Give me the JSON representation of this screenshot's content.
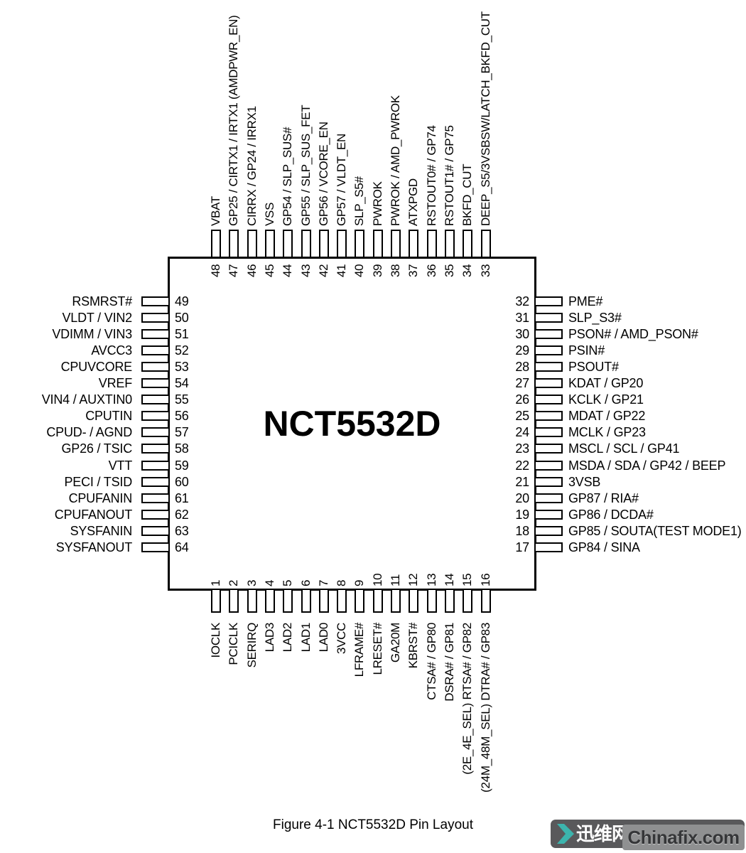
{
  "figure": {
    "chip_name": "NCT5532D",
    "caption": "Figure 4-1 NCT5532D Pin Layout"
  },
  "colors": {
    "line": "#000000",
    "background": "#ffffff",
    "watermark_badge": "#59595b",
    "watermark_panel": "#8f9091",
    "watermark_teal": "#3cb4ad",
    "watermark_site_text": "#353638"
  },
  "pins": {
    "top": [
      {
        "num": "48",
        "label": "VBAT"
      },
      {
        "num": "47",
        "label": "GP25 / CIRTX1 / IRTX1 (AMDPWR_EN)"
      },
      {
        "num": "46",
        "label": "CIRRX / GP24 / IRRX1"
      },
      {
        "num": "45",
        "label": "VSS"
      },
      {
        "num": "44",
        "label": "GP54 / SLP_SUS#"
      },
      {
        "num": "43",
        "label": "GP55 / SLP_SUS_FET"
      },
      {
        "num": "42",
        "label": "GP56 / VCORE_EN"
      },
      {
        "num": "41",
        "label": "GP57 / VLDT_EN"
      },
      {
        "num": "40",
        "label": "SLP_S5#"
      },
      {
        "num": "39",
        "label": "PWROK"
      },
      {
        "num": "38",
        "label": "PWROK / AMD_PWROK"
      },
      {
        "num": "37",
        "label": "ATXPGD"
      },
      {
        "num": "36",
        "label": "RSTOUT0# / GP74"
      },
      {
        "num": "35",
        "label": "RSTOUT1# / GP75"
      },
      {
        "num": "34",
        "label": "BKFD_CUT"
      },
      {
        "num": "33",
        "label": "DEEP_S5/3VSBSW/LATCH_BKFD_CUT"
      }
    ],
    "left": [
      {
        "num": "49",
        "label": "RSMRST#"
      },
      {
        "num": "50",
        "label": "VLDT / VIN2"
      },
      {
        "num": "51",
        "label": "VDIMM / VIN3"
      },
      {
        "num": "52",
        "label": "AVCC3"
      },
      {
        "num": "53",
        "label": "CPUVCORE"
      },
      {
        "num": "54",
        "label": "VREF"
      },
      {
        "num": "55",
        "label": "VIN4 / AUXTIN0"
      },
      {
        "num": "56",
        "label": "CPUTIN"
      },
      {
        "num": "57",
        "label": "CPUD- / AGND"
      },
      {
        "num": "58",
        "label": "GP26 / TSIC"
      },
      {
        "num": "59",
        "label": "VTT"
      },
      {
        "num": "60",
        "label": "PECI / TSID"
      },
      {
        "num": "61",
        "label": "CPUFANIN"
      },
      {
        "num": "62",
        "label": "CPUFANOUT"
      },
      {
        "num": "63",
        "label": "SYSFANIN"
      },
      {
        "num": "64",
        "label": "SYSFANOUT"
      }
    ],
    "right": [
      {
        "num": "32",
        "label": "PME#"
      },
      {
        "num": "31",
        "label": "SLP_S3#"
      },
      {
        "num": "30",
        "label": "PSON# / AMD_PSON#"
      },
      {
        "num": "29",
        "label": "PSIN#"
      },
      {
        "num": "28",
        "label": "PSOUT#"
      },
      {
        "num": "27",
        "label": "KDAT / GP20"
      },
      {
        "num": "26",
        "label": "KCLK / GP21"
      },
      {
        "num": "25",
        "label": "MDAT / GP22"
      },
      {
        "num": "24",
        "label": "MCLK / GP23"
      },
      {
        "num": "23",
        "label": "MSCL / SCL / GP41"
      },
      {
        "num": "22",
        "label": "MSDA / SDA / GP42 / BEEP"
      },
      {
        "num": "21",
        "label": "3VSB"
      },
      {
        "num": "20",
        "label": "GP87 / RIA#"
      },
      {
        "num": "19",
        "label": "GP86 / DCDA#"
      },
      {
        "num": "18",
        "label": "GP85 / SOUTA(TEST MODE1)"
      },
      {
        "num": "17",
        "label": "GP84 / SINA"
      }
    ],
    "bottom": [
      {
        "num": "1",
        "label": "IOCLK"
      },
      {
        "num": "2",
        "label": "PCICLK"
      },
      {
        "num": "3",
        "label": "SERIRQ"
      },
      {
        "num": "4",
        "label": "LAD3"
      },
      {
        "num": "5",
        "label": "LAD2"
      },
      {
        "num": "6",
        "label": "LAD1"
      },
      {
        "num": "7",
        "label": "LAD0"
      },
      {
        "num": "8",
        "label": "3VCC"
      },
      {
        "num": "9",
        "label": "LFRAME#"
      },
      {
        "num": "10",
        "label": "LRESET#"
      },
      {
        "num": "11",
        "label": "GA20M"
      },
      {
        "num": "12",
        "label": "KBRST#"
      },
      {
        "num": "13",
        "label": "CTSA# / GP80"
      },
      {
        "num": "14",
        "label": "DSRA# / GP81"
      },
      {
        "num": "15",
        "label": "(2E_4E_SEL) RTSA# / GP82"
      },
      {
        "num": "16",
        "label": "(24M_48M_SEL) DTRA# / GP83"
      }
    ]
  },
  "watermark": {
    "chevron_icon": "chevron-right",
    "cjk_text": "迅维网",
    "site_text": "Chinafix.com"
  }
}
